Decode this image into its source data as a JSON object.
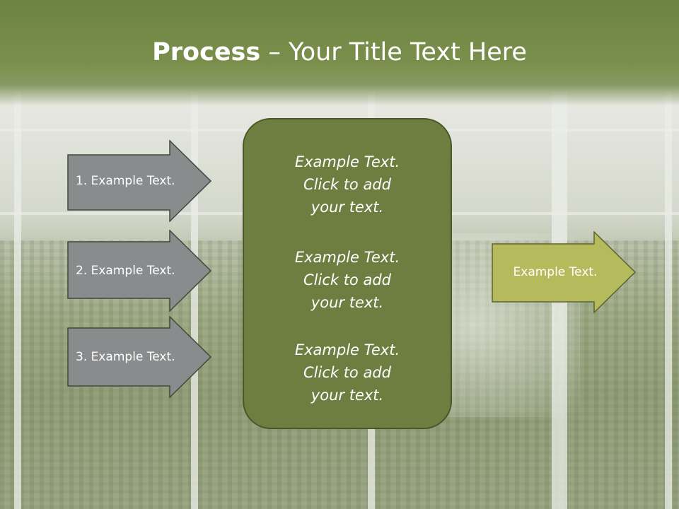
{
  "title": {
    "bold": "Process",
    "rest": " – Your Title Text Here"
  },
  "left_steps": [
    {
      "label": "1. Example Text."
    },
    {
      "label": "2. Example Text."
    },
    {
      "label": "3. Example Text."
    }
  ],
  "center_items": [
    {
      "line1": "Example Text.",
      "line2": "Click  to add",
      "line3": "your text."
    },
    {
      "line1": "Example Text.",
      "line2": "Click  to add",
      "line3": "your text."
    },
    {
      "line1": "Example Text.",
      "line2": "Click  to add",
      "line3": "your text."
    }
  ],
  "right_step": {
    "label": "Example Text."
  },
  "colors": {
    "title_band": "#7b8f4c",
    "left_arrow_fill": "#898b8d",
    "center_fill": "#6e7d40",
    "right_arrow_fill": "#b5bb5c"
  }
}
